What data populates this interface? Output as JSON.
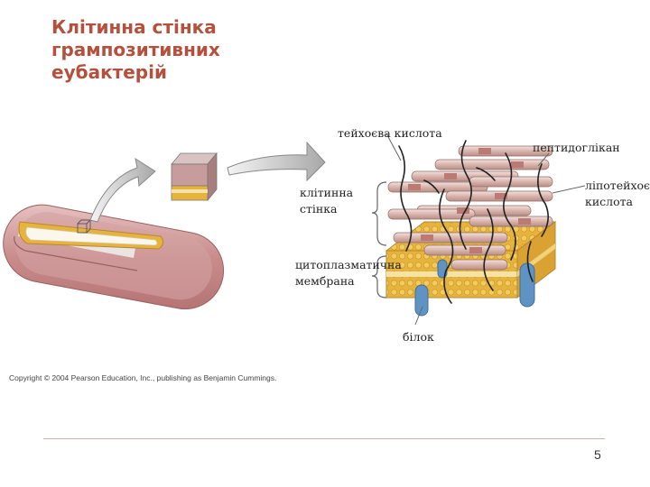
{
  "slide": {
    "title_lines": [
      "Клітинна стінка",
      "грампозитивних",
      "еубактерій"
    ],
    "copyright": "Copyright © 2004 Pearson Education, Inc., publishing as Benjamin Cummings.",
    "page_number": "5"
  },
  "diagram": {
    "labels": {
      "teichoic_acid": "тейхоєва кислота",
      "peptidoglycan": "пептидоглікан",
      "lipoteichoic_line1": "ліпотейхоєва",
      "lipoteichoic_line2": "кислота",
      "cell_wall_line1": "клітинна",
      "cell_wall_line2": "стінка",
      "membrane_line1": "цитоплазматична",
      "membrane_line2": "мембрана",
      "protein": "білок"
    },
    "colors": {
      "title": "#b5503c",
      "membrane": "#e6b43c",
      "cell_body": "#c98c8c",
      "protein": "#5f93c4",
      "peptidoglycan_rod": "#d9b4ac"
    }
  }
}
